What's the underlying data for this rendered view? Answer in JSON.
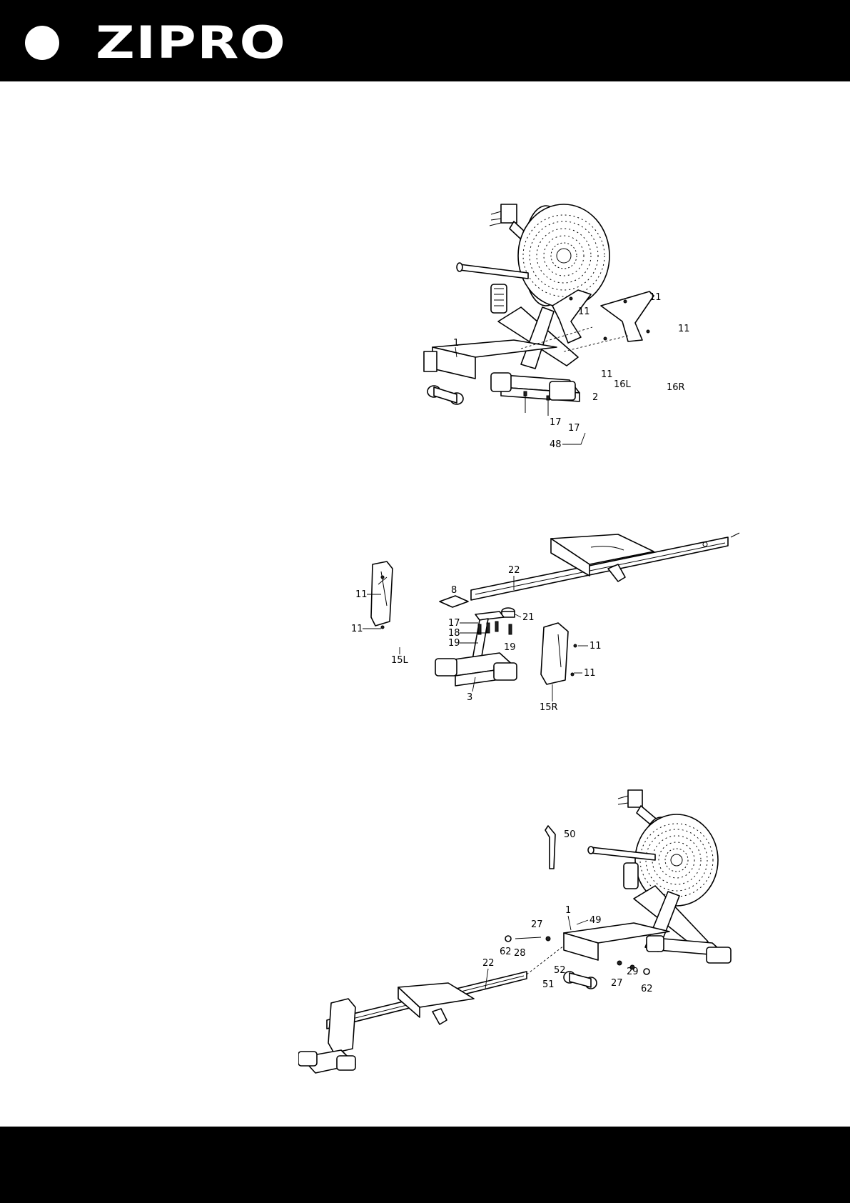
{
  "brand": {
    "logo_text": "ZIPRO",
    "header_color": "#000000",
    "footer_color": "#000000"
  },
  "diagram1": {
    "labels": [
      "1",
      "11",
      "11",
      "11",
      "11",
      "16L",
      "16R",
      "2",
      "17",
      "17",
      "48"
    ]
  },
  "diagram2": {
    "labels": [
      "22",
      "8",
      "21",
      "17",
      "18",
      "19",
      "19",
      "3",
      "11",
      "11",
      "15L",
      "11",
      "11",
      "15R"
    ]
  },
  "diagram3": {
    "labels": [
      "50",
      "1",
      "49",
      "27",
      "62",
      "28",
      "22",
      "52",
      "51",
      "27",
      "29",
      "62"
    ]
  }
}
